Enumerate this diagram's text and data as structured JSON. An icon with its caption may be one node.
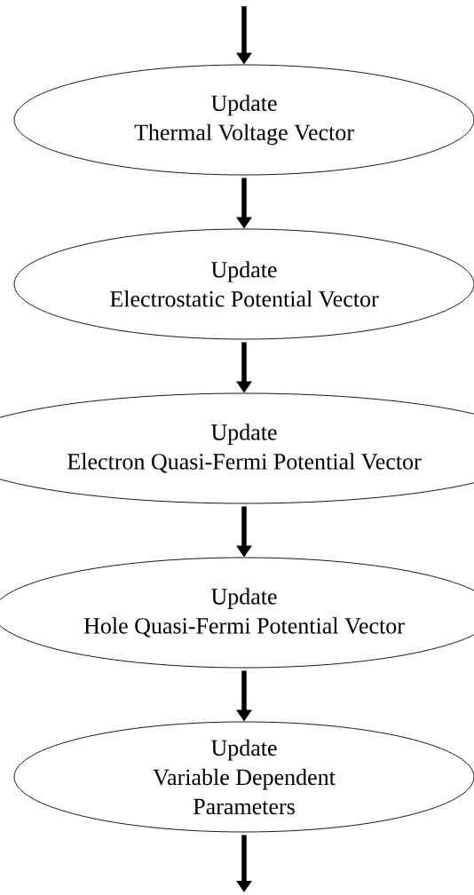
{
  "diagram": {
    "nodes": [
      {
        "text": [
          "Update",
          "Thermal Voltage Vector"
        ]
      },
      {
        "text": [
          "Update",
          "Electrostatic Potential Vector"
        ]
      },
      {
        "text": [
          "Update",
          "Electron Quasi-Fermi Potential Vector"
        ]
      },
      {
        "text": [
          "Update",
          "Hole Quasi-Fermi Potential Vector"
        ]
      },
      {
        "text": [
          "Update",
          "Variable Dependent Parameters"
        ]
      }
    ],
    "edges": [
      {
        "from": null,
        "to": 0,
        "arrow": "to"
      },
      {
        "from": 0,
        "to": 1,
        "arrow": "to"
      },
      {
        "from": 1,
        "to": 2,
        "arrow": "to"
      },
      {
        "from": 2,
        "to": 3,
        "arrow": "to"
      },
      {
        "from": 3,
        "to": 4,
        "arrow": "to"
      },
      {
        "from": 4,
        "to": null,
        "arrow": "to"
      }
    ]
  }
}
